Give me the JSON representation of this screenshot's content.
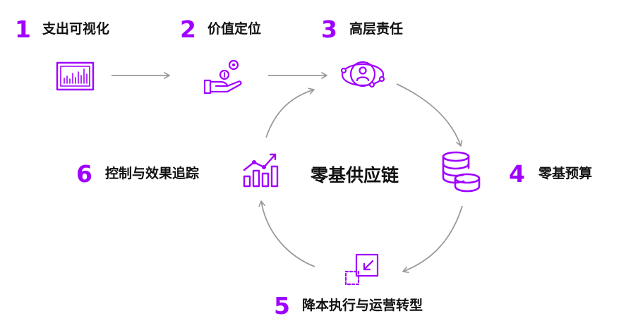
{
  "accent_color": "#a000ff",
  "arrow_color": "#9a9a9a",
  "text_color": "#111111",
  "center_title": "零基供应链",
  "steps": [
    {
      "number": "1",
      "label": "支出可视化",
      "icon": "dashboard-chart-icon"
    },
    {
      "number": "2",
      "label": "价值定位",
      "icon": "hand-coins-icon"
    },
    {
      "number": "3",
      "label": "高层责任",
      "icon": "leader-network-icon"
    },
    {
      "number": "4",
      "label": "零基预算",
      "icon": "coin-stack-icon"
    },
    {
      "number": "5",
      "label": "降本执行与运营转型",
      "icon": "shrink-arrow-icon"
    },
    {
      "number": "6",
      "label": "控制与效果追踪",
      "icon": "trend-bar-chart-icon"
    }
  ]
}
